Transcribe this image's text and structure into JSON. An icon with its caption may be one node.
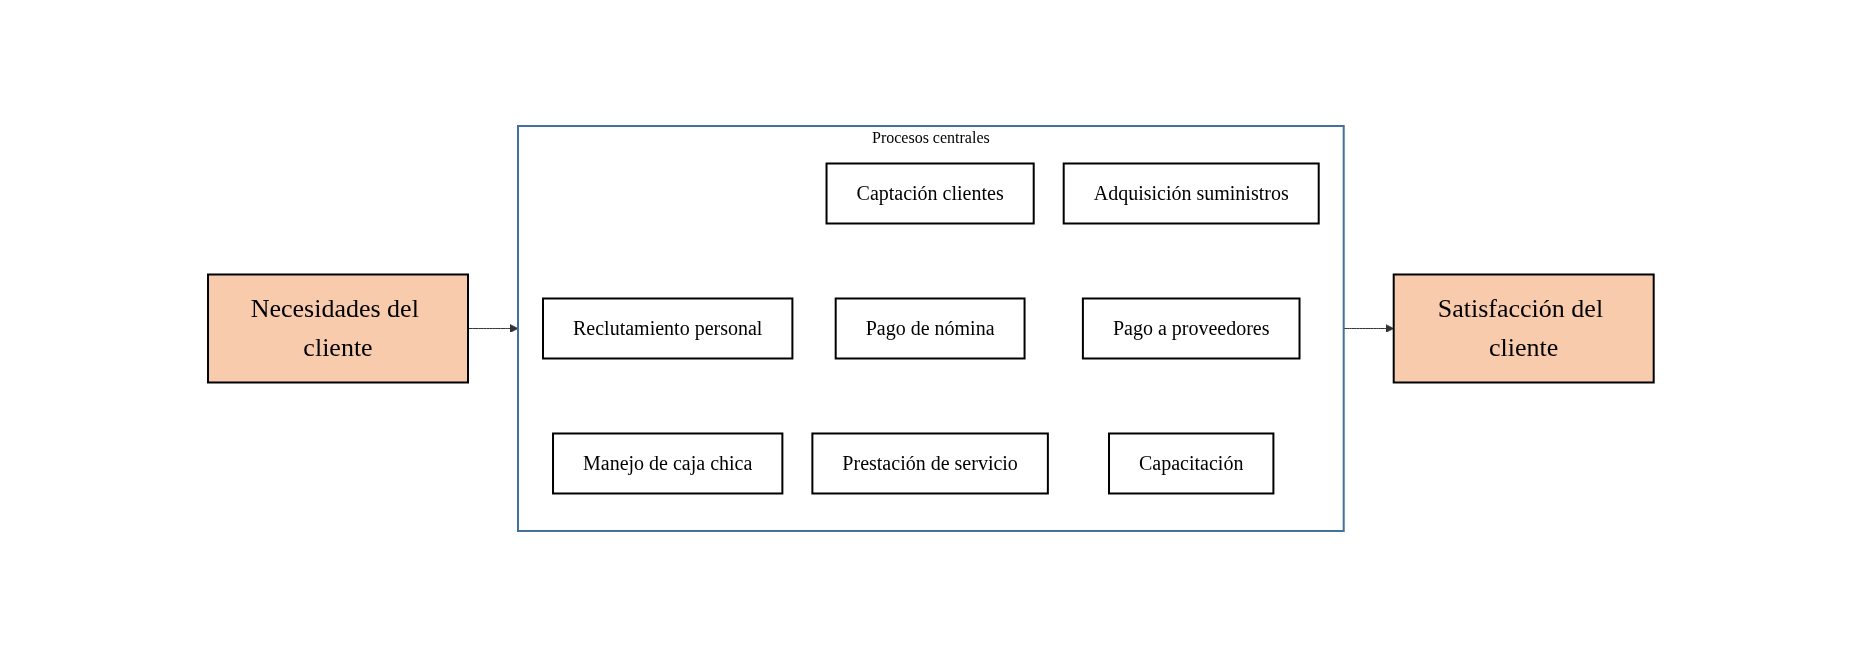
{
  "diagram": {
    "nodes": [
      {
        "text": [
          "Necesidades del cliente"
        ]
      },
      {
        "text": [
          "Procesos centrales"
        ]
      },
      {
        "text": [
          "Captación clientes"
        ],
        "in": 1
      },
      {
        "text": [
          "Adquisición suministros"
        ],
        "in": 1
      },
      {
        "text": [
          "Reclutamiento personal"
        ],
        "in": 1
      },
      {
        "text": [
          "Pago de nómina"
        ],
        "in": 1
      },
      {
        "text": [
          "Pago a proveedores"
        ],
        "in": 1
      },
      {
        "text": [
          "Manejo de caja chica"
        ],
        "in": 1
      },
      {
        "text": [
          "Prestación de servicio"
        ],
        "in": 1
      },
      {
        "text": [
          "Capacitación"
        ],
        "in": 1
      },
      {
        "text": [
          "Satisfacción del cliente"
        ]
      }
    ],
    "edges": [
      {
        "from": 0,
        "to": 1,
        "arrow": "to"
      },
      {
        "from": 1,
        "to": 10,
        "arrow": "to"
      }
    ]
  }
}
